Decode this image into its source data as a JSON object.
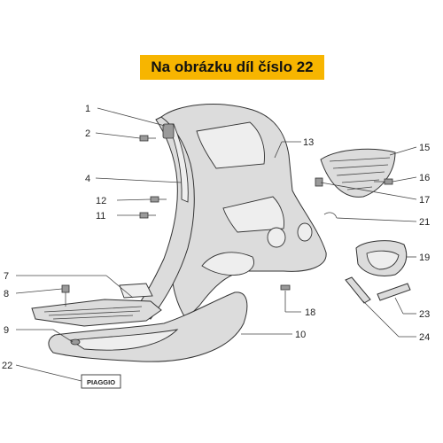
{
  "banner": {
    "title": "Na obrázku díl číslo 22"
  },
  "badge": {
    "text": "PIAGGIO"
  },
  "callouts": [
    {
      "id": "1",
      "label": "1"
    },
    {
      "id": "2",
      "label": "2"
    },
    {
      "id": "4",
      "label": "4"
    },
    {
      "id": "12",
      "label": "12"
    },
    {
      "id": "11",
      "label": "11"
    },
    {
      "id": "7",
      "label": "7"
    },
    {
      "id": "8",
      "label": "8"
    },
    {
      "id": "9",
      "label": "9"
    },
    {
      "id": "22",
      "label": "22"
    },
    {
      "id": "13",
      "label": "13"
    },
    {
      "id": "15",
      "label": "15"
    },
    {
      "id": "16",
      "label": "16"
    },
    {
      "id": "17",
      "label": "17"
    },
    {
      "id": "21",
      "label": "21"
    },
    {
      "id": "19",
      "label": "19"
    },
    {
      "id": "18",
      "label": "18"
    },
    {
      "id": "10",
      "label": "10"
    },
    {
      "id": "23",
      "label": "23"
    },
    {
      "id": "24",
      "label": "24"
    }
  ],
  "colors": {
    "accent": "#f7b500"
  }
}
